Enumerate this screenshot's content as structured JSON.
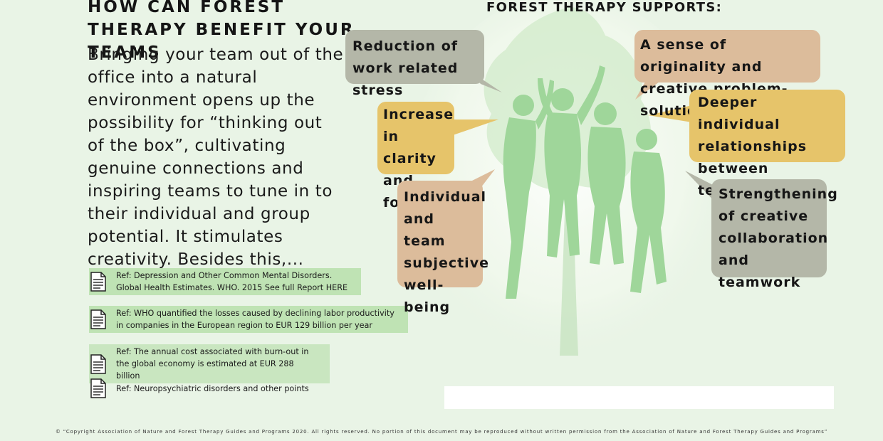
{
  "left": {
    "heading": "HOW CAN FOREST THERAPY BENEFIT YOUR TEAMS",
    "body": "Bringing your team out of the office into a natural environment opens up the possibility for “thinking out of the box”, cultivating genuine connections and inspiring teams to tune in to their individual and group potential. It stimulates creativity. Besides this,...",
    "refs": [
      {
        "text": "Ref: Depression and Other Common Mental Disorders. Global Health Estimates. WHO. 2015 See full Report HERE",
        "icon": "document-icon"
      },
      {
        "text": "Ref: WHO quantified the losses caused by declining labor productivity in companies in the European region to EUR 129 billion per year",
        "icon": "document-icon"
      },
      {
        "text": "Ref: The annual cost associated with burn-out in the global economy is estimated at EUR 288 billion",
        "icon": "document-icon"
      },
      {
        "text": "Ref: Neuropsychiatric disorders and other points",
        "icon": "document-icon"
      }
    ]
  },
  "right": {
    "title": "FOREST THERAPY SUPPORTS:",
    "bubbles": [
      "Reduction of work related stress",
      "A sense of originality and creative problem-solution",
      "Increase in clarity and focus",
      "Deeper individual relationships between teammates",
      "Individual and team subjective well-being",
      "Strengthening of creative collaboration and teamwork"
    ]
  },
  "footer": {
    "copyright": "© “Copyright Association of Nature and Forest Therapy Guides and Programs 2020. All rights reserved. No portion of this document may be reproduced without written permission from the Association of Nature and Forest Therapy Guides and Programs”"
  },
  "colors": {
    "background": "#e9f4e6",
    "ref_highlight": "#bfe3b4",
    "bubble_gray": "#b4b7a8",
    "bubble_peach": "#dcbc9b",
    "bubble_gold": "#e6c46a",
    "tree_green": "#9fd69a"
  }
}
